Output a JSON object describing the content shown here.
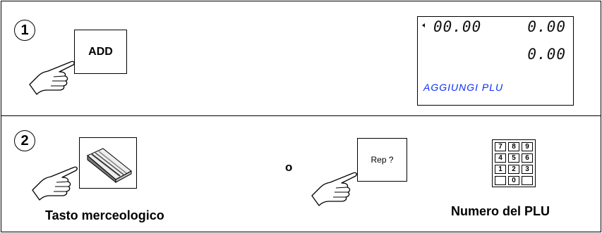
{
  "step1": {
    "number": "1",
    "key_label": "ADD"
  },
  "display": {
    "line1_left": "00.00",
    "line1_right": "0.00",
    "line2_right": "0.00",
    "message": "AGGIUNGI PLU"
  },
  "step2": {
    "number": "2",
    "dept_label": "Tasto merceologico",
    "or_text": "o",
    "rep_key_label": "Rep ?",
    "plu_label": "Numero del PLU",
    "keypad": [
      [
        "7",
        "8",
        "9"
      ],
      [
        "4",
        "5",
        "6"
      ],
      [
        "1",
        "2",
        "3"
      ],
      [
        "",
        "0",
        ""
      ]
    ]
  }
}
